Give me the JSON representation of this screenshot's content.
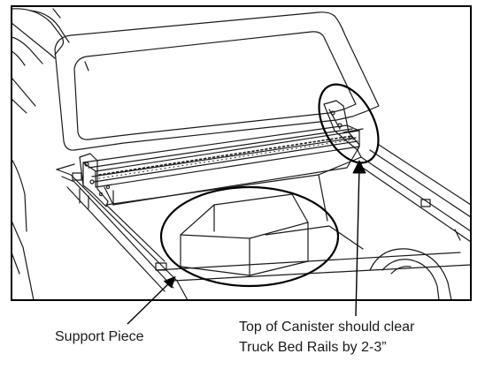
{
  "callouts": {
    "support_piece": "Support Piece",
    "canister_line_1": "Top of Canister should clear",
    "canister_line_2": "Truck Bed Rails by 2-3”"
  },
  "colors": {
    "line": "#1a1a1a",
    "frame": "#000000",
    "paper": "#ffffff"
  }
}
